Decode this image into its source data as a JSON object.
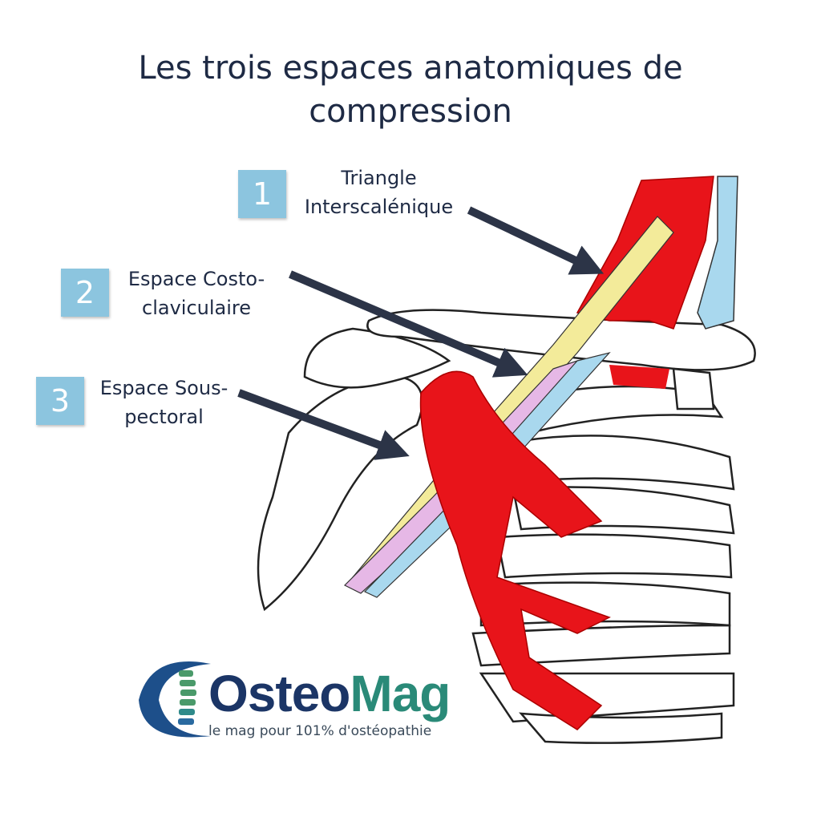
{
  "title": {
    "line1": "Les trois espaces anatomiques de",
    "line2": "compression"
  },
  "spaces": [
    {
      "number": "1",
      "label_line1": "Triangle",
      "label_line2": "Interscalénique"
    },
    {
      "number": "2",
      "label_line1": "Espace Costo-",
      "label_line2": "claviculaire"
    },
    {
      "number": "3",
      "label_line1": "Espace Sous-",
      "label_line2": "pectoral"
    }
  ],
  "logo": {
    "name_part1": "Osteo",
    "name_part2": "Mag",
    "tagline": "le mag pour 101% d'ostéopathie"
  },
  "colors": {
    "badge": "#8cc5df",
    "arrow": "#2c3447",
    "muscle": "#e8141a",
    "nerve": "#f3eb9a",
    "vein": "#a9d8ee",
    "artery": "#e6b8e6"
  }
}
